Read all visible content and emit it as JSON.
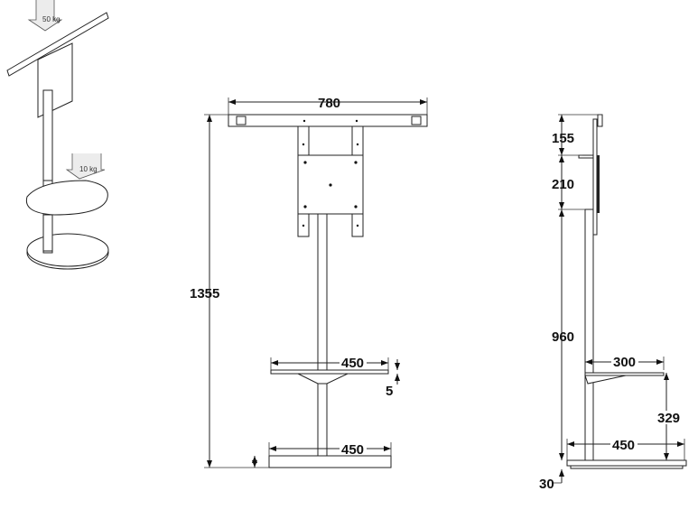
{
  "iso_view": {
    "load_top": "50 kg",
    "load_shelf": "10 kg"
  },
  "front_view": {
    "width_top": "780",
    "height_total": "1355",
    "shelf_width": "450",
    "shelf_thickness": "5",
    "base_width": "450"
  },
  "side_view": {
    "top_offset": "155",
    "plate_height": "210",
    "pole_height": "960",
    "shelf_depth": "300",
    "shelf_height": "329",
    "base_depth": "450",
    "base_thickness": "30"
  }
}
